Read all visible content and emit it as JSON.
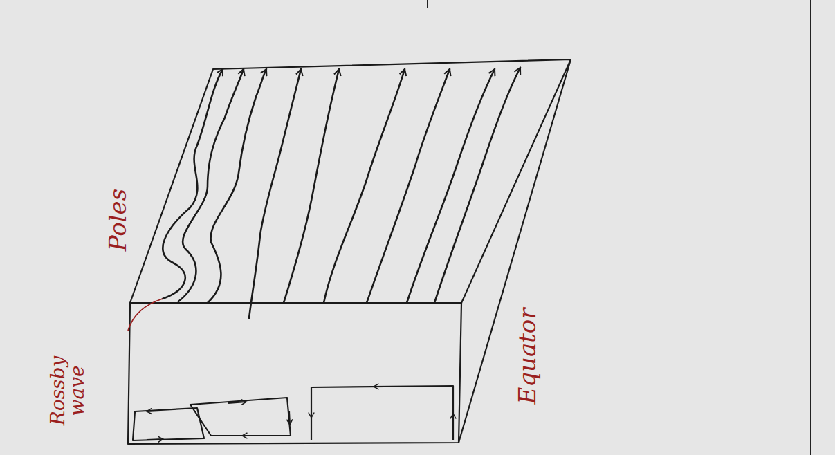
{
  "diagram": {
    "labels": [
      "Poles",
      "Rossby wave",
      "Equator"
    ]
  }
}
